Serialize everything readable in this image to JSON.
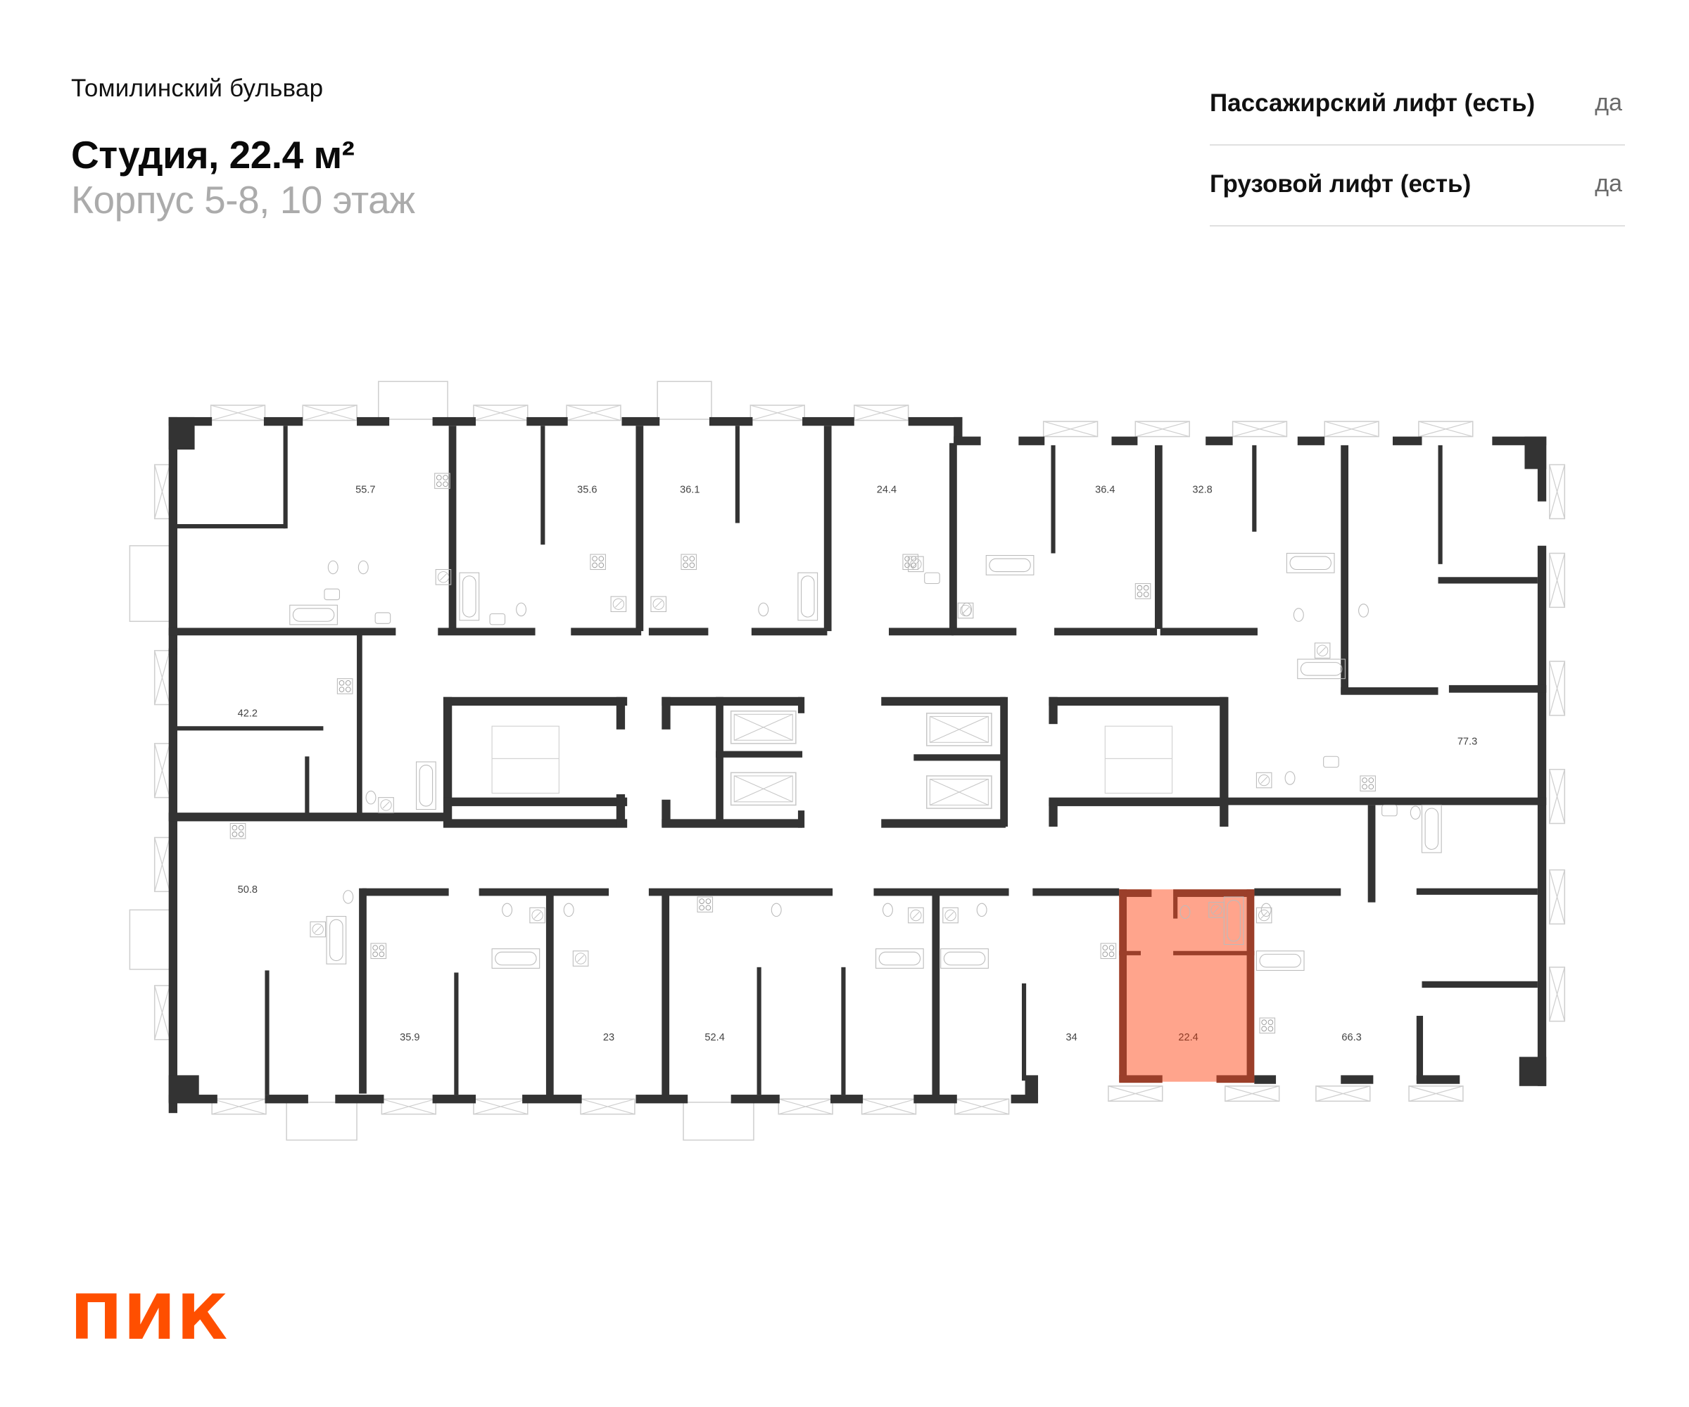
{
  "header": {
    "project_name": "Томилинский бульвар",
    "apartment_title": "Студия, 22.4 м²",
    "building_floor": "Корпус 5-8, 10 этаж"
  },
  "specs": [
    {
      "label": "Пассажирский лифт (есть)",
      "value": "да"
    },
    {
      "label": "Грузовой лифт (есть)",
      "value": "да"
    }
  ],
  "floor_plan": {
    "selected_apartment": {
      "area": "22.4",
      "highlight_fill": "#ffa48c",
      "highlight_wall": "#9b3f2a"
    },
    "apartments": [
      {
        "area": "55.7"
      },
      {
        "area": "35.6"
      },
      {
        "area": "36.1"
      },
      {
        "area": "24.4"
      },
      {
        "area": "36.4"
      },
      {
        "area": "32.8"
      },
      {
        "area": "42.2"
      },
      {
        "area": "77.3"
      },
      {
        "area": "50.8"
      },
      {
        "area": "35.9"
      },
      {
        "area": "23"
      },
      {
        "area": "52.4"
      },
      {
        "area": "34"
      },
      {
        "area": "22.4"
      },
      {
        "area": "66.3"
      }
    ],
    "wall_color": "#333333",
    "line_color": "#c8c8c8"
  },
  "brand": {
    "logo_text": "ПИК",
    "color": "#ff4f00"
  }
}
